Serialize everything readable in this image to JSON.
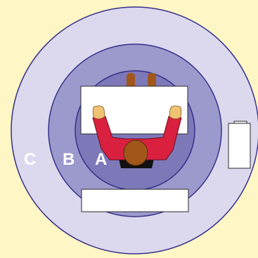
{
  "colors": {
    "background": "#fff6c6",
    "zone_c": "#dcd9ef",
    "zone_b": "#9c99cc",
    "zone_a": "#7d79b9",
    "zone_border": "#35308a",
    "desk": "#ffffff",
    "shirt": "#d9203f",
    "skin": "#f0c274",
    "hair": "#a1571a",
    "chair": "#111111"
  },
  "zones": {
    "c_label": "C",
    "b_label": "B",
    "a_label": "A"
  },
  "icons": {
    "person": "seated-person-icon",
    "side_item": "container-icon"
  }
}
